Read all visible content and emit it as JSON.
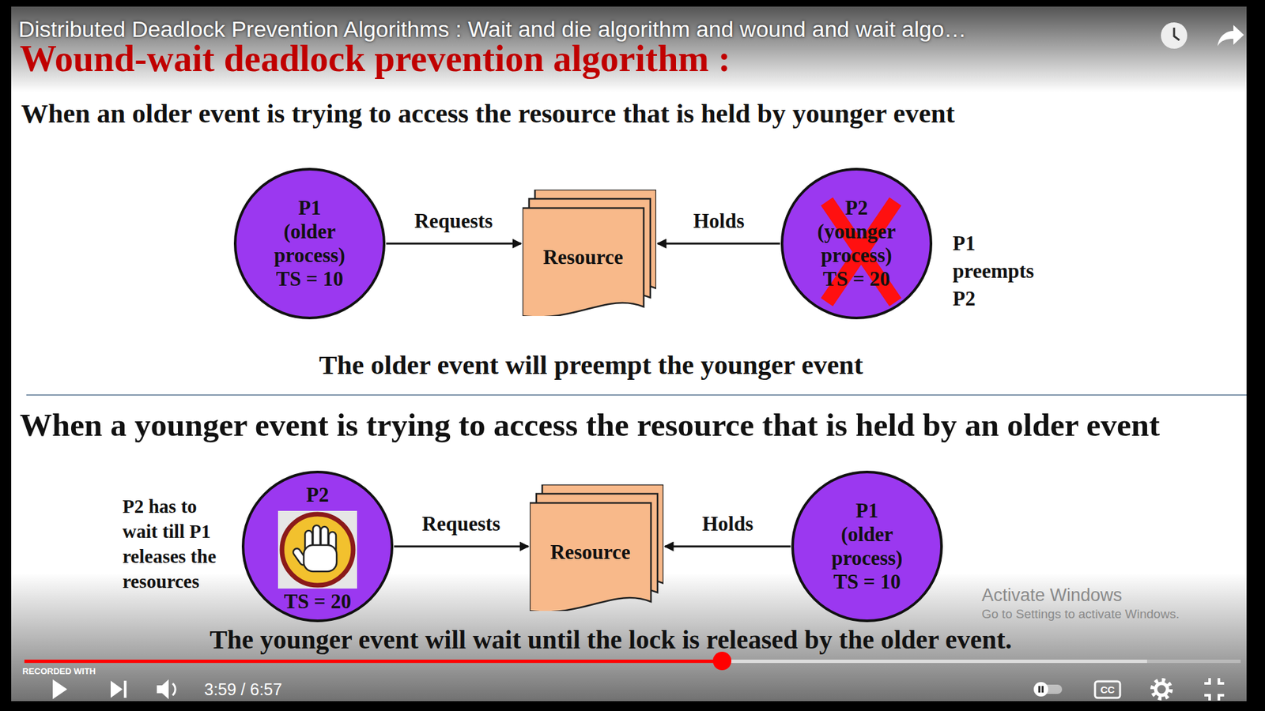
{
  "diagram": {
    "title": "Wound-wait deadlock prevention algorithm :",
    "nodes": [
      {
        "text": [
          "P1",
          "(older process)",
          "TS = 10"
        ]
      },
      {
        "text": [
          "Resource"
        ]
      },
      {
        "text": [
          "P2",
          "(younger process)",
          "TS = 20"
        ]
      },
      {
        "text": [
          "P2",
          "TS = 20"
        ]
      },
      {
        "text": [
          "Resource"
        ]
      },
      {
        "text": [
          "P1",
          "(older process)",
          "TS = 10"
        ]
      }
    ],
    "edges": [
      {
        "from": 0,
        "to": 1,
        "label": "Requests",
        "arrow": "to"
      },
      {
        "from": 2,
        "to": 1,
        "label": "Holds",
        "arrow": "to"
      },
      {
        "from": 3,
        "to": 4,
        "label": "Requests",
        "arrow": "to"
      },
      {
        "from": 5,
        "to": 4,
        "label": "Holds",
        "arrow": "to"
      }
    ],
    "labels": [
      "Distributed Deadlock Prevention Algorithms : Wait and die algorithm and wound and wait algo…",
      "When an older event is trying to access the resource that is held by younger event",
      "P1 preempts P2",
      "The older event will preempt the younger event",
      "When a younger event is trying to access the resource that is held by an older event",
      "P2 has to wait till P1 releases the resources",
      "The younger event will wait until the lock is released by the older event.",
      "Activate Windows",
      "Go to Settings to activate Windows.",
      "3:59 / 6:57",
      "RECORDED WITH",
      "CC"
    ]
  }
}
